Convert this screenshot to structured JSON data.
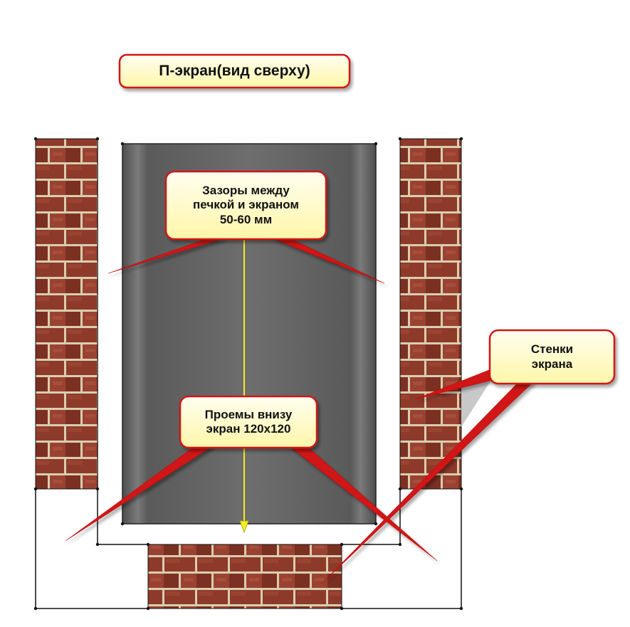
{
  "title": "П-экран(вид сверху)",
  "callouts": {
    "gaps": [
      "Зазоры между",
      "печкой и экраном",
      "50-60 мм"
    ],
    "openings": [
      "Проемы внизу",
      "экран 120x120"
    ],
    "walls": [
      "Стенки",
      "экрана"
    ]
  },
  "colors": {
    "callout_fill": "#fffcc4",
    "callout_border": "#d01818",
    "brick": "#8e3a2a",
    "mortar": "#d9ceaf",
    "stove": "#6c6c6c",
    "arrow": "#f2ee22"
  }
}
